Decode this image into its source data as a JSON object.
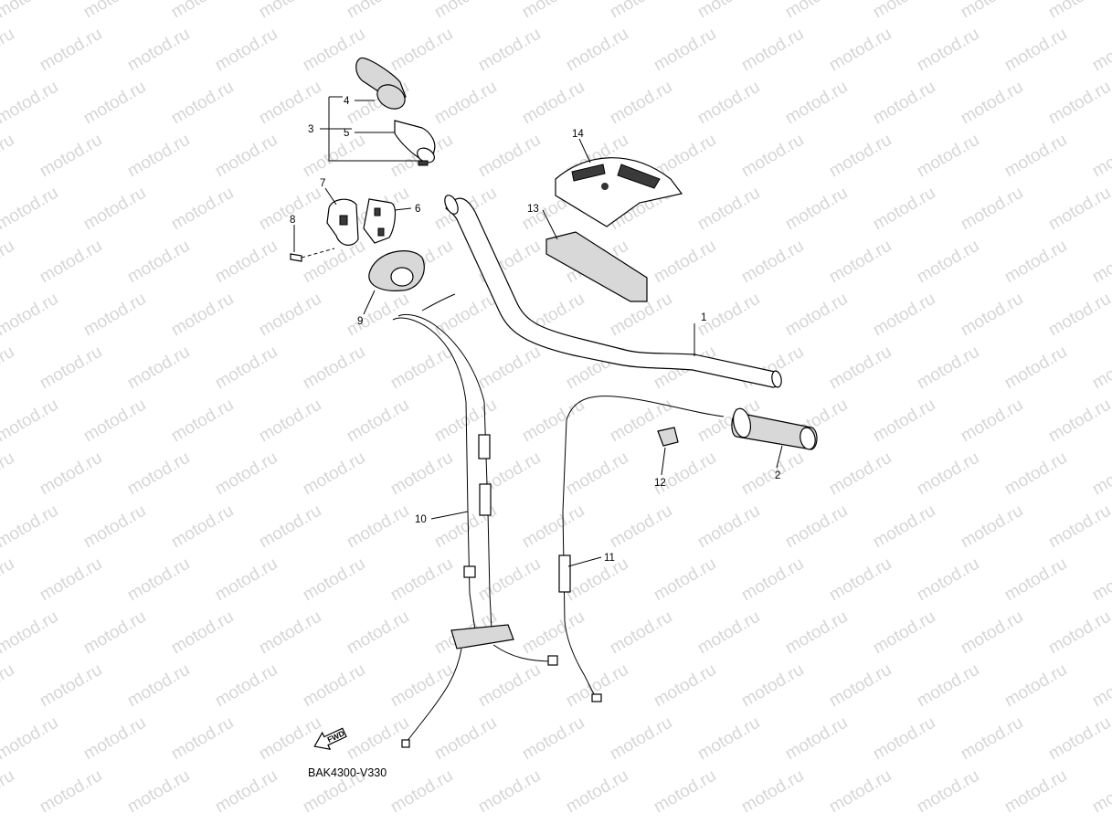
{
  "watermark": {
    "text": "motod.ru"
  },
  "diagram": {
    "drawing_code": "BAK4300-V330",
    "fwd_arrow_text": "FWD",
    "callouts": [
      {
        "id": "1",
        "label": "1"
      },
      {
        "id": "2",
        "label": "2"
      },
      {
        "id": "3",
        "label": "3"
      },
      {
        "id": "4",
        "label": "4"
      },
      {
        "id": "5",
        "label": "5"
      },
      {
        "id": "6",
        "label": "6"
      },
      {
        "id": "7",
        "label": "7"
      },
      {
        "id": "8",
        "label": "8"
      },
      {
        "id": "9",
        "label": "9"
      },
      {
        "id": "10",
        "label": "10"
      },
      {
        "id": "11",
        "label": "11"
      },
      {
        "id": "12",
        "label": "12"
      },
      {
        "id": "13",
        "label": "13"
      },
      {
        "id": "14",
        "label": "14"
      }
    ]
  }
}
